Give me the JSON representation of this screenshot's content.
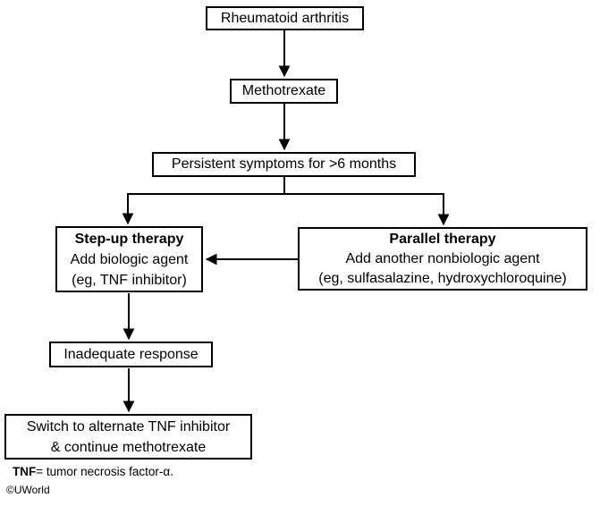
{
  "flowchart": {
    "rheumatoid_arthritis": "Rheumatoid arthritis",
    "methotrexate": "Methotrexate",
    "persistent_symptoms": "Persistent symptoms for >6 months",
    "step_up": {
      "title": "Step-up therapy",
      "line2": "Add biologic agent",
      "line3": "(eg, TNF inhibitor)"
    },
    "parallel": {
      "title": "Parallel therapy",
      "line2": "Add another nonbiologic agent",
      "line3": "(eg, sulfasalazine, hydroxychloroquine)"
    },
    "inadequate_response": "Inadequate response",
    "switch_therapy": {
      "line1": "Switch to alternate TNF inhibitor",
      "line2": "& continue methotrexate"
    },
    "footnote": {
      "bold": "TNF",
      "rest": "= tumor necrosis factor-α."
    },
    "credit": "©UWorld"
  },
  "colors": {
    "line": "#000000",
    "background": "#ffffff",
    "box_background": "#ffffff",
    "text": "#000000"
  }
}
